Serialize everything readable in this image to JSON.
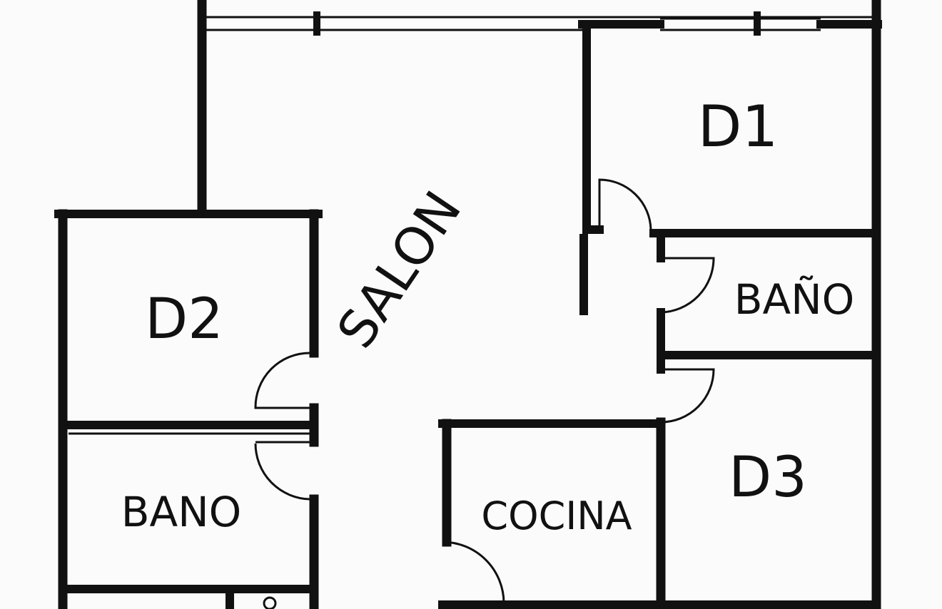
{
  "plan": {
    "rooms": {
      "salon": "SALON",
      "d1": "D1",
      "d2": "D2",
      "d3": "D3",
      "bano_main": "BAÑO",
      "bano_left": "BANO",
      "cocina": "COCINA"
    },
    "colors": {
      "background": "#fbfbfb",
      "ink": "#111111"
    }
  }
}
